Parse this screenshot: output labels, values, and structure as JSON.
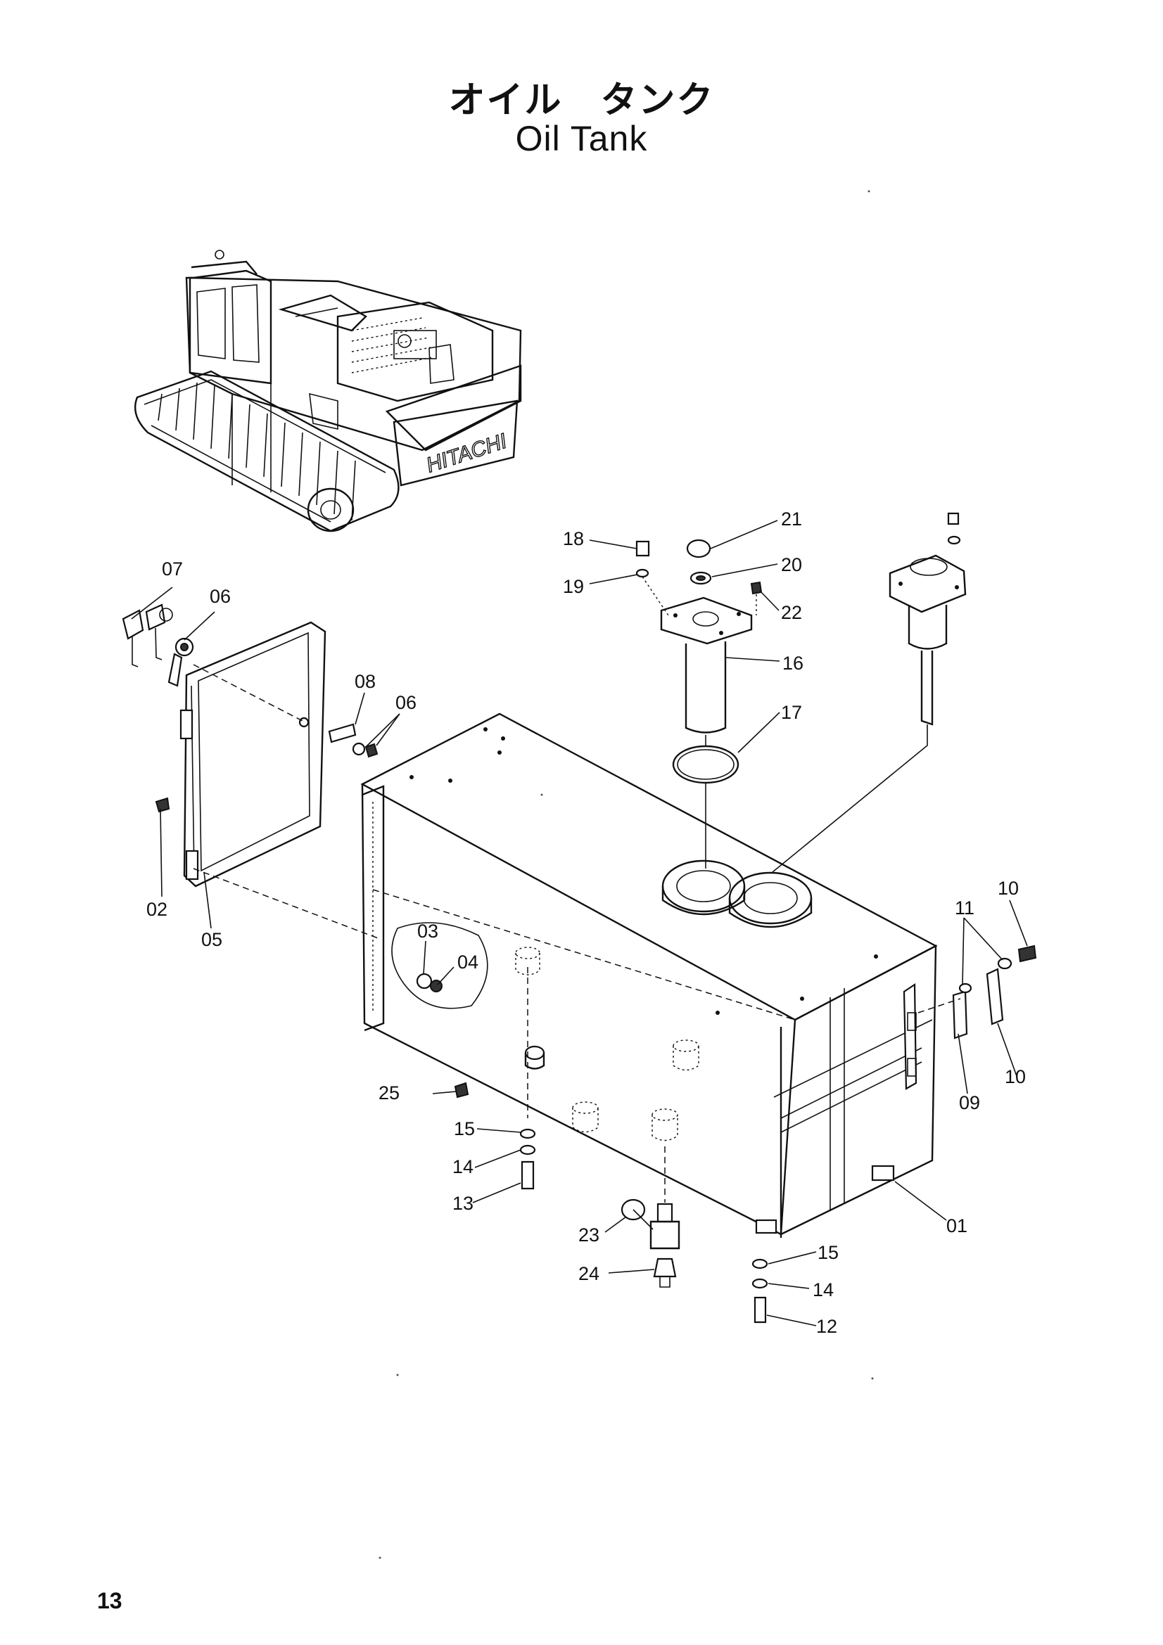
{
  "header": {
    "title_jp": "オイル　タンク",
    "title_en": "Oil Tank"
  },
  "footer": {
    "page_number": "13"
  },
  "machine": {
    "brand_text": "HITACHI"
  },
  "callouts": {
    "c01": "01",
    "c02": "02",
    "c03": "03",
    "c04": "04",
    "c05": "05",
    "c06a": "06",
    "c06b": "06",
    "c07": "07",
    "c08": "08",
    "c09": "09",
    "c10a": "10",
    "c10b": "10",
    "c11": "11",
    "c12": "12",
    "c13": "13",
    "c14a": "14",
    "c14b": "14",
    "c15a": "15",
    "c15b": "15",
    "c16": "16",
    "c17": "17",
    "c18": "18",
    "c19": "19",
    "c20": "20",
    "c21": "21",
    "c22": "22",
    "c23": "23",
    "c24": "24",
    "c25": "25"
  }
}
